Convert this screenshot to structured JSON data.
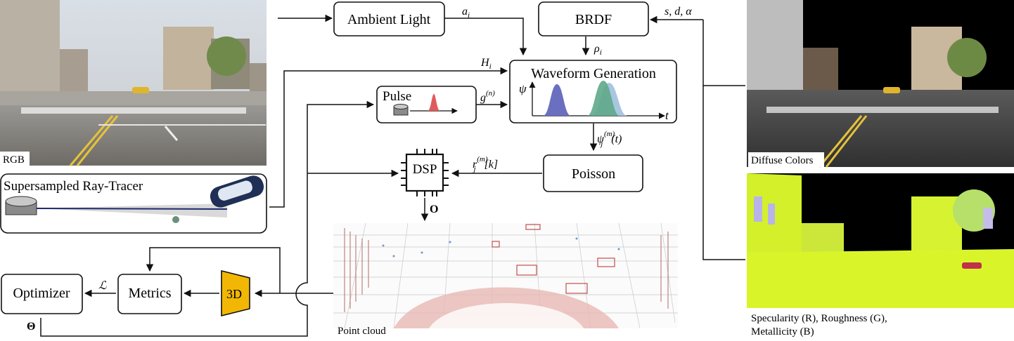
{
  "blocks": {
    "ambient_light": "Ambient Light",
    "brdf": "BRDF",
    "waveform_generation": "Waveform Generation",
    "pulse": "Pulse",
    "poisson": "Poisson",
    "dsp": "DSP",
    "optimizer": "Optimizer",
    "metrics": "Metrics",
    "three_d": "3D",
    "raytracer": "Supersampled Ray-Tracer"
  },
  "symbols": {
    "a_i": "a",
    "a_i_sub": "i",
    "brdf_params": "s, d, α",
    "rho_i": "ρ",
    "rho_i_sub": "i",
    "H_i": "H",
    "H_i_sub": "i",
    "g_n": "g",
    "g_n_sup": "(n)",
    "psi_axis": "ψ",
    "t_axis": "t",
    "psi_jm": "ψ",
    "psi_jm_sup": "(m)",
    "psi_jm_sub": "j",
    "psi_jm_arg": "(t)",
    "r_jm": "r",
    "r_jm_sup": "(m)",
    "r_jm_sub": "j",
    "r_jm_arg": "[k]",
    "O": "O",
    "L": "ℒ",
    "Theta": "Θ"
  },
  "captions": {
    "rgb": "RGB",
    "diffuse": "Diffuse Colors",
    "material_line1": "Specularity (R), Roughness (G),",
    "material_line2": "Metallicity (B)",
    "point_cloud": "Point cloud"
  },
  "colors": {
    "three_d_fill": "#f2b705",
    "pulse_red": "#e05a5a",
    "waveform_blue": "#6a6fc0",
    "waveform_green": "#5fa88a",
    "waveform_light": "#a9c6e0",
    "material_yellow": "#d9f52a"
  }
}
